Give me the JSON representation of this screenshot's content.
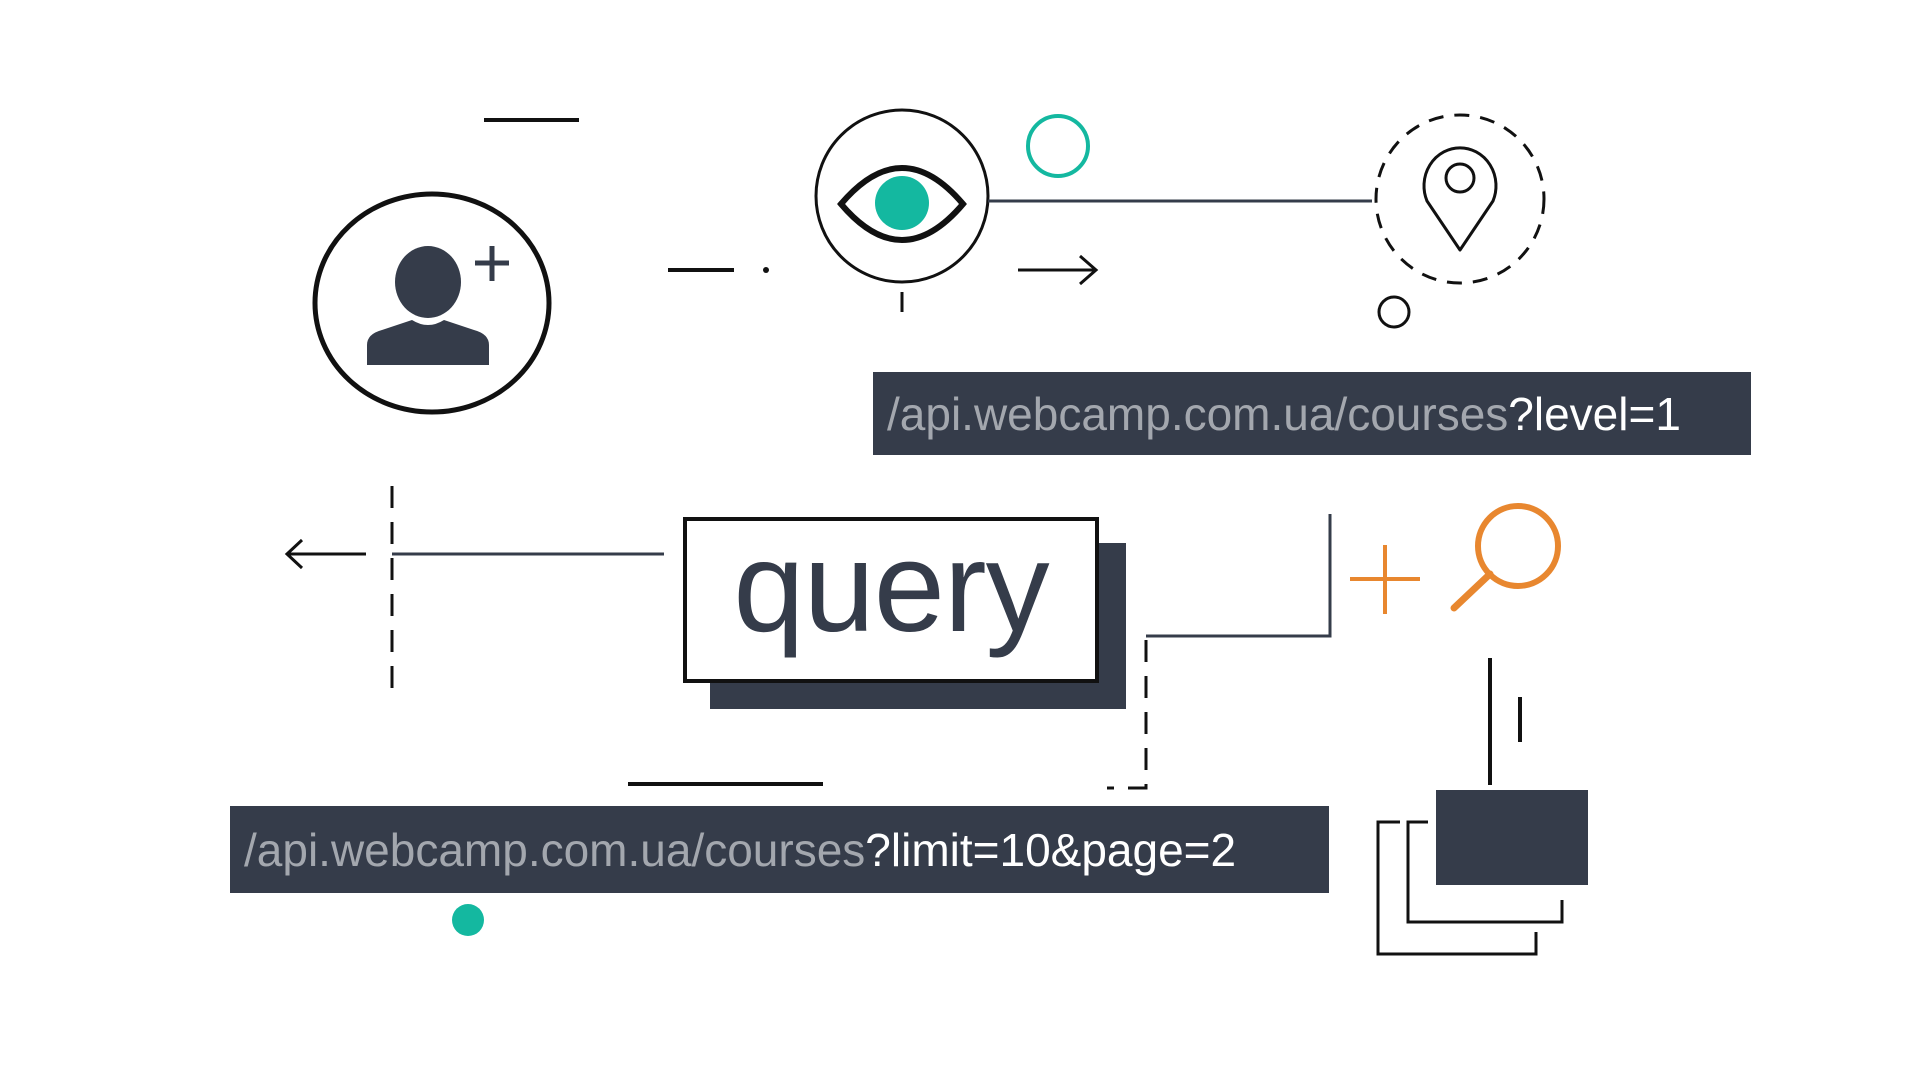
{
  "keyword": "query",
  "urls": {
    "top": {
      "path": "/api.webcamp.com.ua/courses",
      "params": "?level=1"
    },
    "bottom": {
      "path": "/api.webcamp.com.ua/courses",
      "params": "?limit=10&page=2"
    }
  },
  "icons": [
    "add-user-icon",
    "eye-icon",
    "location-pin-icon",
    "search-icon",
    "plus-icon",
    "arrow-right-icon",
    "arrow-left-icon",
    "stacked-pages-icon"
  ],
  "colors": {
    "dark": "#353c4a",
    "teal": "#14b8a0",
    "orange": "#e8872f",
    "line": "#111111"
  }
}
